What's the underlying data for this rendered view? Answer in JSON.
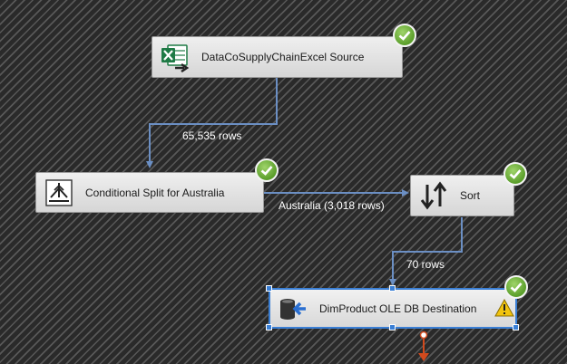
{
  "app": {
    "title": "SSIS Data Flow Designer"
  },
  "components": {
    "source": {
      "label": "DataCoSupplyChainExcel Source",
      "icon": "excel-source-icon",
      "status": "success"
    },
    "split": {
      "label": "Conditional Split for Australia",
      "icon": "conditional-split-icon",
      "status": "success"
    },
    "sort": {
      "label": "Sort",
      "icon": "sort-icon",
      "status": "success"
    },
    "destination": {
      "label": "DimProduct OLE DB Destination",
      "icon": "ole-db-destination-icon",
      "status": "success",
      "warning": "warning-icon"
    }
  },
  "paths": {
    "source_to_split": "65,535 rows",
    "split_to_sort": "Australia (3,018 rows)",
    "sort_to_destination": "70 rows"
  },
  "colors": {
    "connector": "#6b8fc4",
    "selection": "#3a7fd5",
    "success": "#5a9e2a",
    "error_output": "#d24a1d",
    "warning": "#f1c40f"
  }
}
